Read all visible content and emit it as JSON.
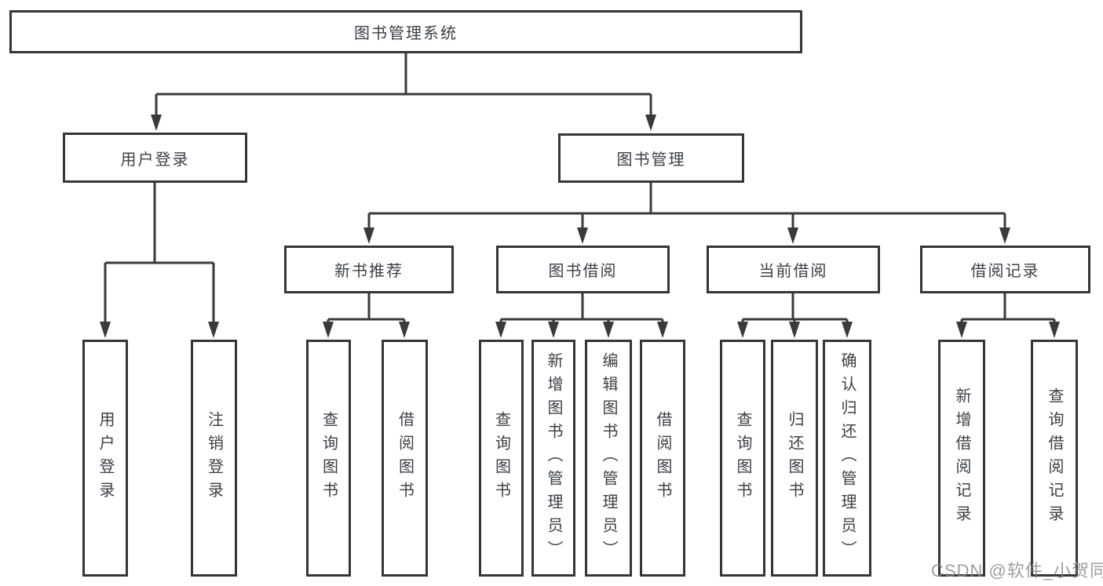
{
  "colors": {
    "line": "#3a3a3a",
    "box_border": "#363636",
    "text": "#3c4045",
    "watermark": "#8a8a8a",
    "background": "#ffffff"
  },
  "diagram": {
    "root": {
      "label": "图书管理系统"
    },
    "branches": [
      {
        "label": "用户登录",
        "children": [
          "用户登录",
          "注销登录"
        ]
      },
      {
        "label": "图书管理"
      }
    ],
    "modules": [
      {
        "label": "新书推荐",
        "children": [
          "查询图书",
          "借阅图书"
        ]
      },
      {
        "label": "图书借阅",
        "children": [
          "查询图书",
          "新增图书（管理员）",
          "编辑图书（管理员）",
          "借阅图书"
        ]
      },
      {
        "label": "当前借阅",
        "children": [
          "查询图书",
          "归还图书",
          "确认归还（管理员）"
        ]
      },
      {
        "label": "借阅记录",
        "children": [
          "新增借阅记录",
          "查询借阅记录"
        ]
      }
    ],
    "watermark": "CSDN @软件_小贺同学"
  }
}
